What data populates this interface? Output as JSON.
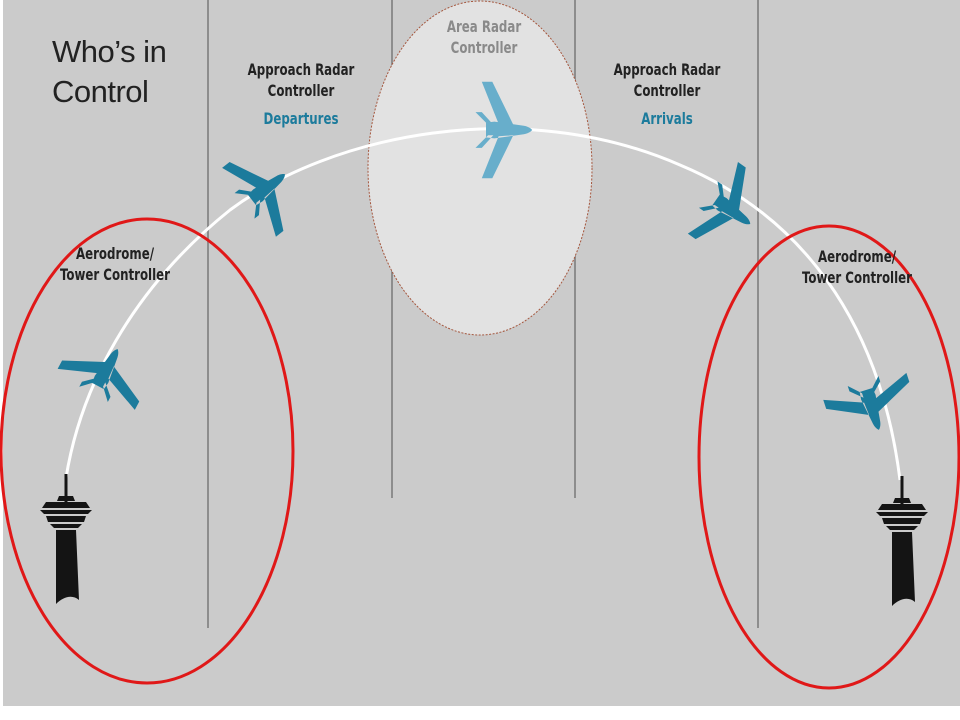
{
  "title": {
    "line1": "Who’s in",
    "line2": "Control"
  },
  "zones": {
    "tower_left": {
      "line1": "Aerodrome/",
      "line2": "Tower Controller"
    },
    "approach_departures": {
      "line1": "Approach Radar",
      "line2": "Controller",
      "sub": "Departures"
    },
    "area_radar": {
      "line1": "Area Radar",
      "line2": "Controller"
    },
    "approach_arrivals": {
      "line1": "Approach Radar",
      "line2": "Controller",
      "sub": "Arrivals"
    },
    "tower_right": {
      "line1": "Aerodrome/",
      "line2": "Tower Controller"
    }
  },
  "colors": {
    "background": "#cbcbcb",
    "divider": "#8d8d8d",
    "plane": "#1c7b9c",
    "plane_faded": "#68aecb",
    "highlight_fill": "#e2e2e2",
    "highlight_border": "#a5573e",
    "emphasis_ellipse": "#e01818",
    "tower": "#141414",
    "label_text": "#222222",
    "sub_text": "#1c7b9c",
    "area_text": "#8a8a8a",
    "flight_path": "#ffffff"
  },
  "icons": [
    "airplane-icon",
    "control-tower-icon"
  ]
}
